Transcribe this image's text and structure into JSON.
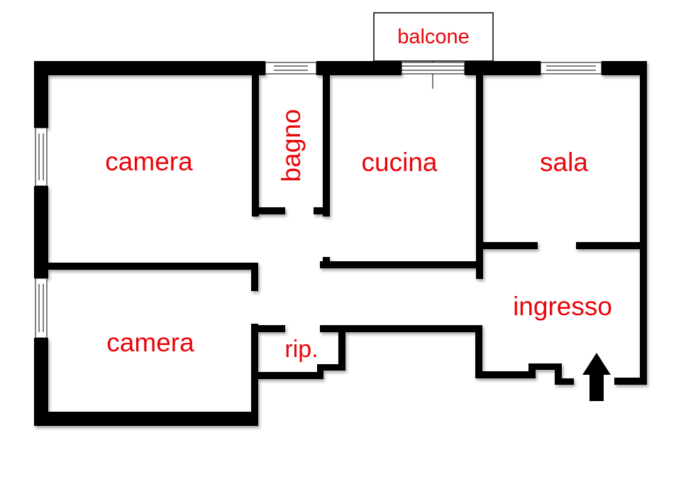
{
  "rooms": {
    "camera_top": "camera",
    "bagno": "bagno",
    "cucina": "cucina",
    "sala": "sala",
    "ingresso": "ingresso",
    "camera_bottom": "camera",
    "ripostiglio": "rip.",
    "balcone": "balcone"
  },
  "colors": {
    "label": "#e8050a",
    "wall": "#000000"
  },
  "icons": {
    "entrance": "entrance-arrow-icon"
  }
}
